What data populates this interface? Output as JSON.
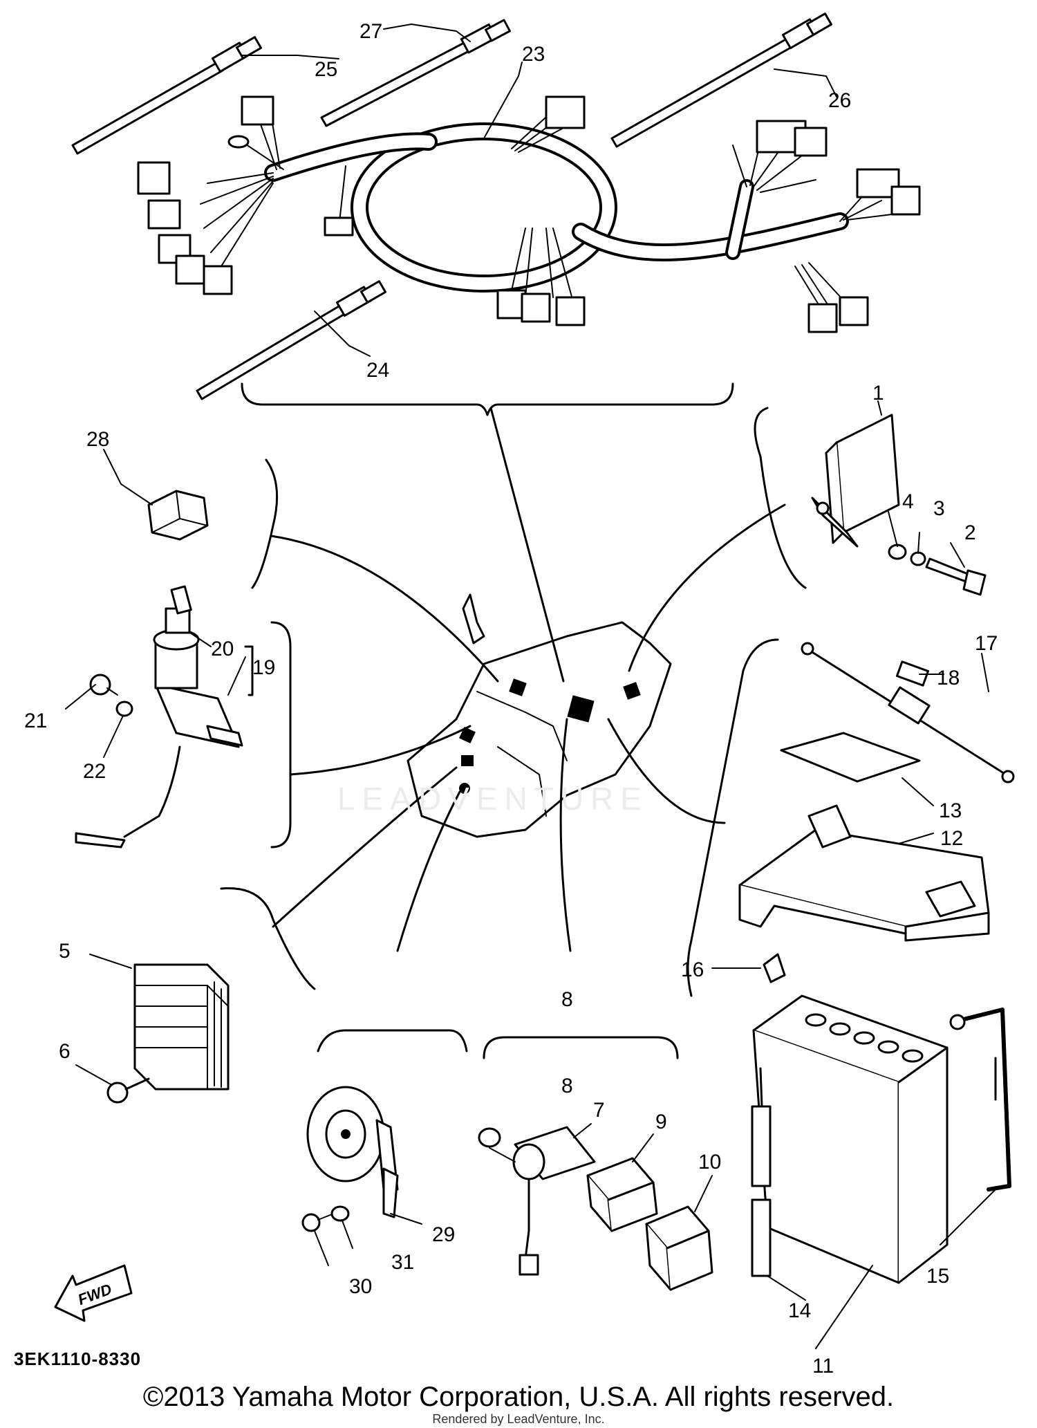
{
  "diagram": {
    "code": "3EK1110-8330",
    "fwd_label": "FWD",
    "watermark": "LEADVENTURE",
    "copyright": "©2013 Yamaha Motor Corporation, U.S.A. All rights reserved.",
    "rendered_by": "Rendered by LeadVenture, Inc.",
    "callouts": {
      "p1": "1",
      "p2": "2",
      "p3": "3",
      "p4": "4",
      "p5": "5",
      "p6": "6",
      "p7": "7",
      "p8a": "8",
      "p8b": "8",
      "p9": "9",
      "p10": "10",
      "p11": "11",
      "p12": "12",
      "p13": "13",
      "p14": "14",
      "p15": "15",
      "p16": "16",
      "p17": "17",
      "p18": "18",
      "p19": "19",
      "p20": "20",
      "p21": "21",
      "p22": "22",
      "p23": "23",
      "p24": "24",
      "p25": "25",
      "p26": "26",
      "p27": "27",
      "p28": "28",
      "p29": "29",
      "p30": "30",
      "p31": "31"
    }
  }
}
